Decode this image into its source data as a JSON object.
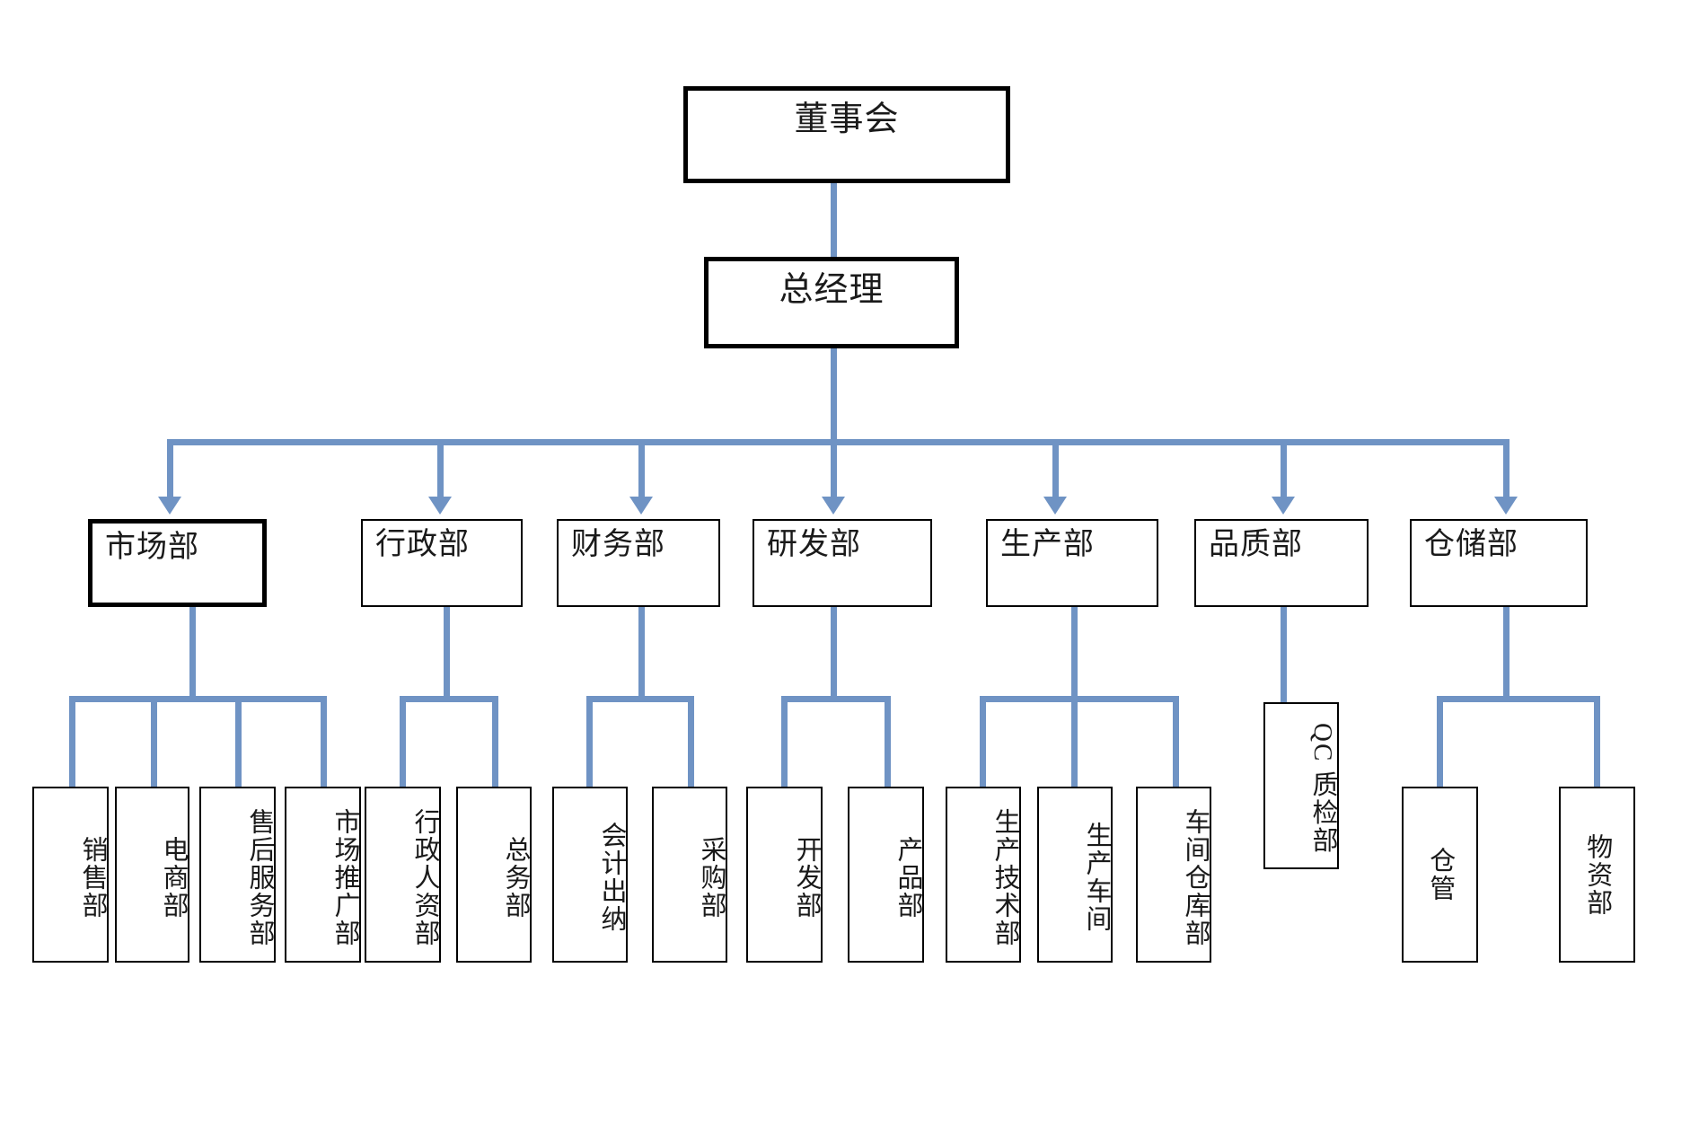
{
  "chart_title": "",
  "theme": {
    "connector_color": "#6f93c4",
    "box_border_color": "#000000",
    "background": "#ffffff",
    "text_color": "#1a1a1a"
  },
  "org": {
    "board": {
      "label": "董事会"
    },
    "gm": {
      "label": "总经理"
    },
    "departments": [
      {
        "label": "市场部",
        "emphasis": true,
        "children": [
          {
            "label": "销售部"
          },
          {
            "label": "电商部"
          },
          {
            "label": "售后服务部"
          },
          {
            "label": "市场推广部"
          }
        ]
      },
      {
        "label": "行政部",
        "emphasis": false,
        "children": [
          {
            "label": "行政人资部"
          },
          {
            "label": "总务部"
          }
        ]
      },
      {
        "label": "财务部",
        "emphasis": false,
        "children": [
          {
            "label": "会计出纳"
          },
          {
            "label": "采购部"
          }
        ]
      },
      {
        "label": "研发部",
        "emphasis": false,
        "children": [
          {
            "label": "开发部"
          },
          {
            "label": "产品部"
          }
        ]
      },
      {
        "label": "生产部",
        "emphasis": false,
        "children": [
          {
            "label": "生产技术部"
          },
          {
            "label": "生产车间"
          },
          {
            "label": "车间仓库部"
          }
        ]
      },
      {
        "label": "品质部",
        "emphasis": false,
        "children": [
          {
            "label": "QC 质检部"
          }
        ]
      },
      {
        "label": "仓储部",
        "emphasis": false,
        "children": [
          {
            "label": "仓管"
          },
          {
            "label": "物资部"
          }
        ]
      }
    ]
  }
}
